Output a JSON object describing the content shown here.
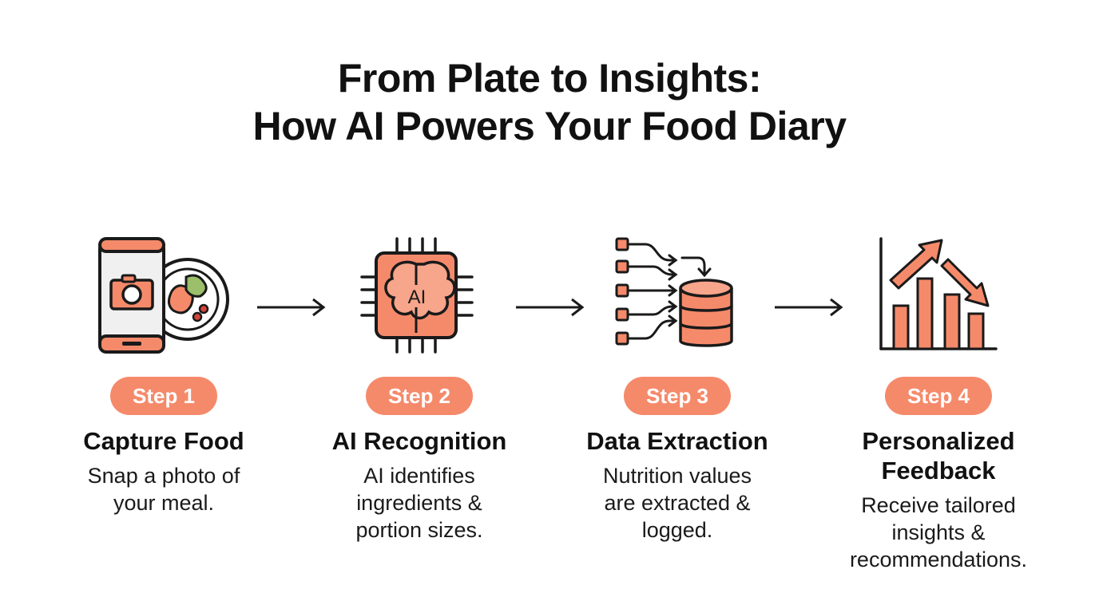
{
  "header": {
    "title_line1": "From Plate to Insights:",
    "title_line2": "How AI Powers Your Food Diary"
  },
  "colors": {
    "accent": "#f58a6b",
    "icon_stroke": "#1a1a1a",
    "icon_fill_light": "#f0f0f0"
  },
  "steps": [
    {
      "badge": "Step 1",
      "title": "Capture Food",
      "description": "Snap a photo of your meal.",
      "icon": "phone-camera-plate-icon"
    },
    {
      "badge": "Step 2",
      "title": "AI Recognition",
      "description": "AI identifies ingredients & portion sizes.",
      "icon": "ai-brain-chip-icon",
      "icon_text": "AI"
    },
    {
      "badge": "Step 3",
      "title": "Data Extraction",
      "description": "Nutrition values are extracted & logged.",
      "icon": "data-flow-database-icon"
    },
    {
      "badge": "Step 4",
      "title": "Personalized Feedback",
      "description": "Receive tailored insights & recommendations.",
      "icon": "bar-chart-trend-icon"
    }
  ]
}
